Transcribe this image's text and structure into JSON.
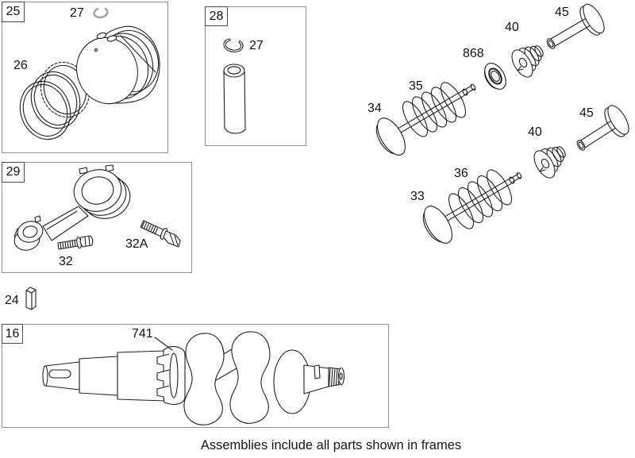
{
  "caption": "Assemblies include all parts shown in frames",
  "frames": {
    "piston_assembly": {
      "number": "25"
    },
    "pin_assembly": {
      "number": "28"
    },
    "rod_assembly": {
      "number": "29"
    },
    "crankshaft_assembly": {
      "number": "16"
    }
  },
  "parts": {
    "ring_set": "26",
    "pin_clip_25": "27",
    "pin_clip_28": "27",
    "rod_bolt": "32",
    "rod_bolt_a": "32A",
    "key": "24",
    "timing_gear": "741",
    "intake_valve": "34",
    "intake_spring": "35",
    "exhaust_valve": "33",
    "exhaust_spring": "36",
    "retainer_top": "40",
    "retainer_bottom": "40",
    "valve_seal": "868",
    "tappet_top": "45",
    "tappet_bottom": "45"
  }
}
